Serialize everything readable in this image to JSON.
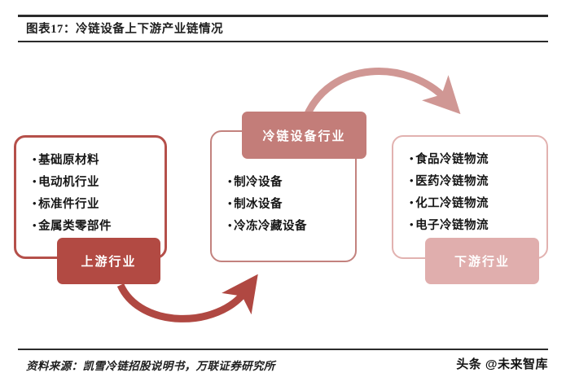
{
  "header": {
    "title": "图表17：冷链设备上下游产业链情况"
  },
  "footer": {
    "source": "资料来源：凯雪冷链招股说明书，万联证券研究所",
    "watermark": "头条 @未来智库"
  },
  "diagram": {
    "upstream": {
      "label": "上游行业",
      "items": [
        "基础原材料",
        "电动机行业",
        "标准件行业",
        "金属类零部件"
      ],
      "box_border_color": "#b5504a",
      "chip_color": "#b24a43"
    },
    "midstream": {
      "label": "冷链设备行业",
      "items": [
        "制冷设备",
        "制冰设备",
        "冷冻冷藏设备"
      ],
      "box_border_color": "#c3827e",
      "chip_color": "#c37d79"
    },
    "downstream": {
      "label": "下游行业",
      "items": [
        "食品冷链物流",
        "医药冷链物流",
        "化工冷链物流",
        "电子冷链物流"
      ],
      "box_border_color": "#e2b2b0",
      "chip_color": "#e0aead"
    },
    "arrows": [
      {
        "name": "arrow-upstream-to-midstream",
        "from": "上游行业",
        "to": "冷链设备行业",
        "color": "#b04842",
        "direction": "left-to-right"
      },
      {
        "name": "arrow-midstream-to-downstream",
        "from": "冷链设备行业",
        "to": "下游行业",
        "color": "#d09794",
        "direction": "left-to-right"
      }
    ]
  }
}
